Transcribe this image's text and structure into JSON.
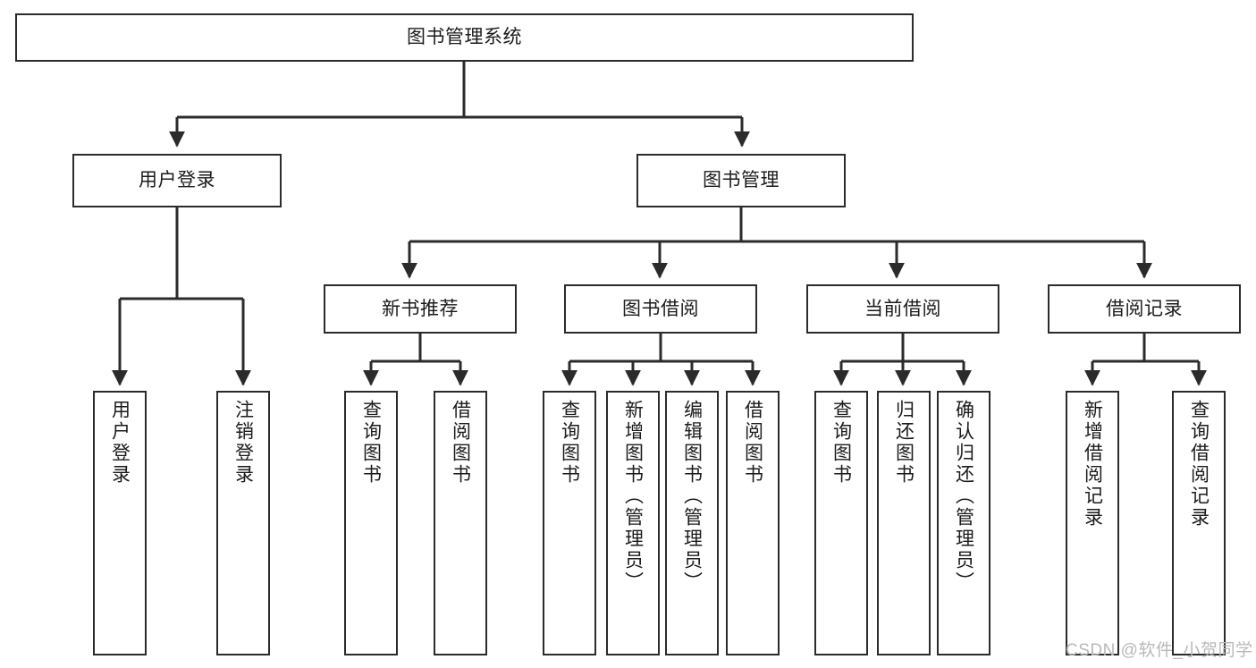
{
  "diagram": {
    "title": "图书管理系统",
    "stroke_color": "#2b2b2b",
    "fill_color": "#ffffff",
    "text_color": "#1b1b1b",
    "watermark": "CSDN @软件_小贺同学",
    "nodes": {
      "root": "图书管理系统",
      "user_login": "用户登录",
      "book_manage": "图书管理",
      "new_book_recommend": "新书推荐",
      "book_borrow": "图书借阅",
      "current_borrow": "当前借阅",
      "borrow_record": "借阅记录",
      "login_user_login": "用户登录",
      "login_logout": "注销登录",
      "rec_query_book": "查询图书",
      "rec_borrow_book": "借阅图书",
      "borrow_query_book": "查询图书",
      "borrow_add_book": "新增图书（管理员）",
      "borrow_edit_book": "编辑图书（管理员）",
      "borrow_borrow_book": "借阅图书",
      "cur_query_book": "查询图书",
      "cur_return_book": "归还图书",
      "cur_confirm_return": "确认归还（管理员）",
      "rec_add_record": "新增借阅记录",
      "rec_query_record": "查询借阅记录"
    }
  }
}
